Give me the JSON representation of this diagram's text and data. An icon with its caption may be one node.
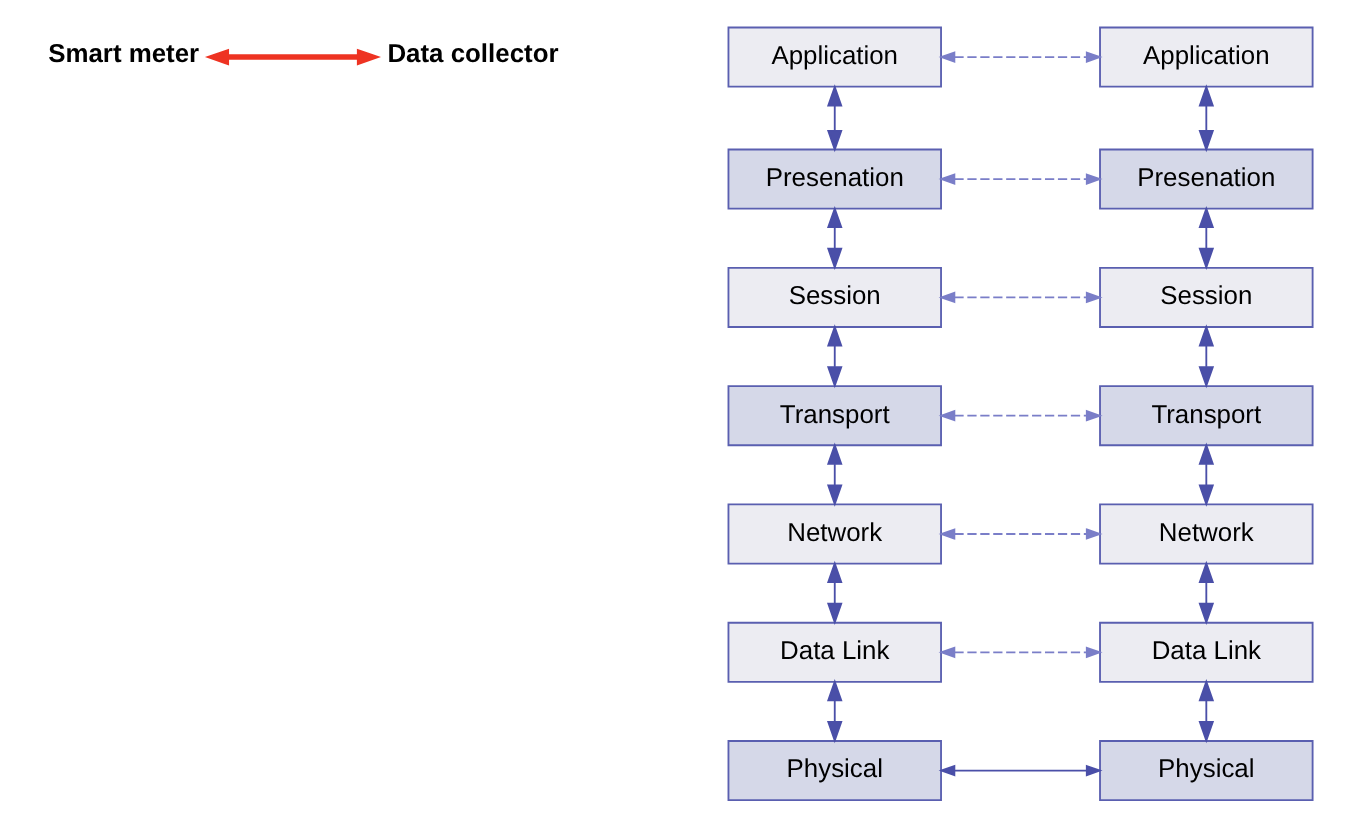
{
  "diagram": {
    "nodes": [
      {
        "text": [
          "Smart meter"
        ]
      },
      {
        "text": [
          "Data collector"
        ]
      },
      {
        "text": [
          "Application"
        ]
      },
      {
        "text": [
          "Presenation"
        ]
      },
      {
        "text": [
          "Session"
        ]
      },
      {
        "text": [
          "Transport"
        ]
      },
      {
        "text": [
          "Network"
        ]
      },
      {
        "text": [
          "Data Link"
        ]
      },
      {
        "text": [
          "Physical"
        ]
      },
      {
        "text": [
          "Application"
        ]
      },
      {
        "text": [
          "Presenation"
        ]
      },
      {
        "text": [
          "Session"
        ]
      },
      {
        "text": [
          "Transport"
        ]
      },
      {
        "text": [
          "Network"
        ]
      },
      {
        "text": [
          "Data Link"
        ]
      },
      {
        "text": [
          "Physical"
        ]
      }
    ],
    "edges": [
      {
        "from": 0,
        "to": 1,
        "arrow": "both",
        "style": "thick",
        "color": "#ee3322"
      },
      {
        "from": 2,
        "to": 9,
        "arrow": "both",
        "style": "dashed"
      },
      {
        "from": 3,
        "to": 10,
        "arrow": "both",
        "style": "dashed"
      },
      {
        "from": 4,
        "to": 11,
        "arrow": "both",
        "style": "dashed"
      },
      {
        "from": 5,
        "to": 12,
        "arrow": "both",
        "style": "dashed"
      },
      {
        "from": 6,
        "to": 13,
        "arrow": "both",
        "style": "dashed"
      },
      {
        "from": 7,
        "to": 14,
        "arrow": "both",
        "style": "dashed"
      },
      {
        "from": 8,
        "to": 15,
        "arrow": "both"
      },
      {
        "from": 2,
        "to": 3,
        "arrow": "both"
      },
      {
        "from": 3,
        "to": 4,
        "arrow": "both"
      },
      {
        "from": 4,
        "to": 5,
        "arrow": "both"
      },
      {
        "from": 5,
        "to": 6,
        "arrow": "both"
      },
      {
        "from": 6,
        "to": 7,
        "arrow": "both"
      },
      {
        "from": 7,
        "to": 8,
        "arrow": "both"
      },
      {
        "from": 9,
        "to": 10,
        "arrow": "both"
      },
      {
        "from": 10,
        "to": 11,
        "arrow": "both"
      },
      {
        "from": 11,
        "to": 12,
        "arrow": "both"
      },
      {
        "from": 12,
        "to": 13,
        "arrow": "both"
      },
      {
        "from": 13,
        "to": 14,
        "arrow": "both"
      },
      {
        "from": 14,
        "to": 15,
        "arrow": "both"
      }
    ]
  }
}
